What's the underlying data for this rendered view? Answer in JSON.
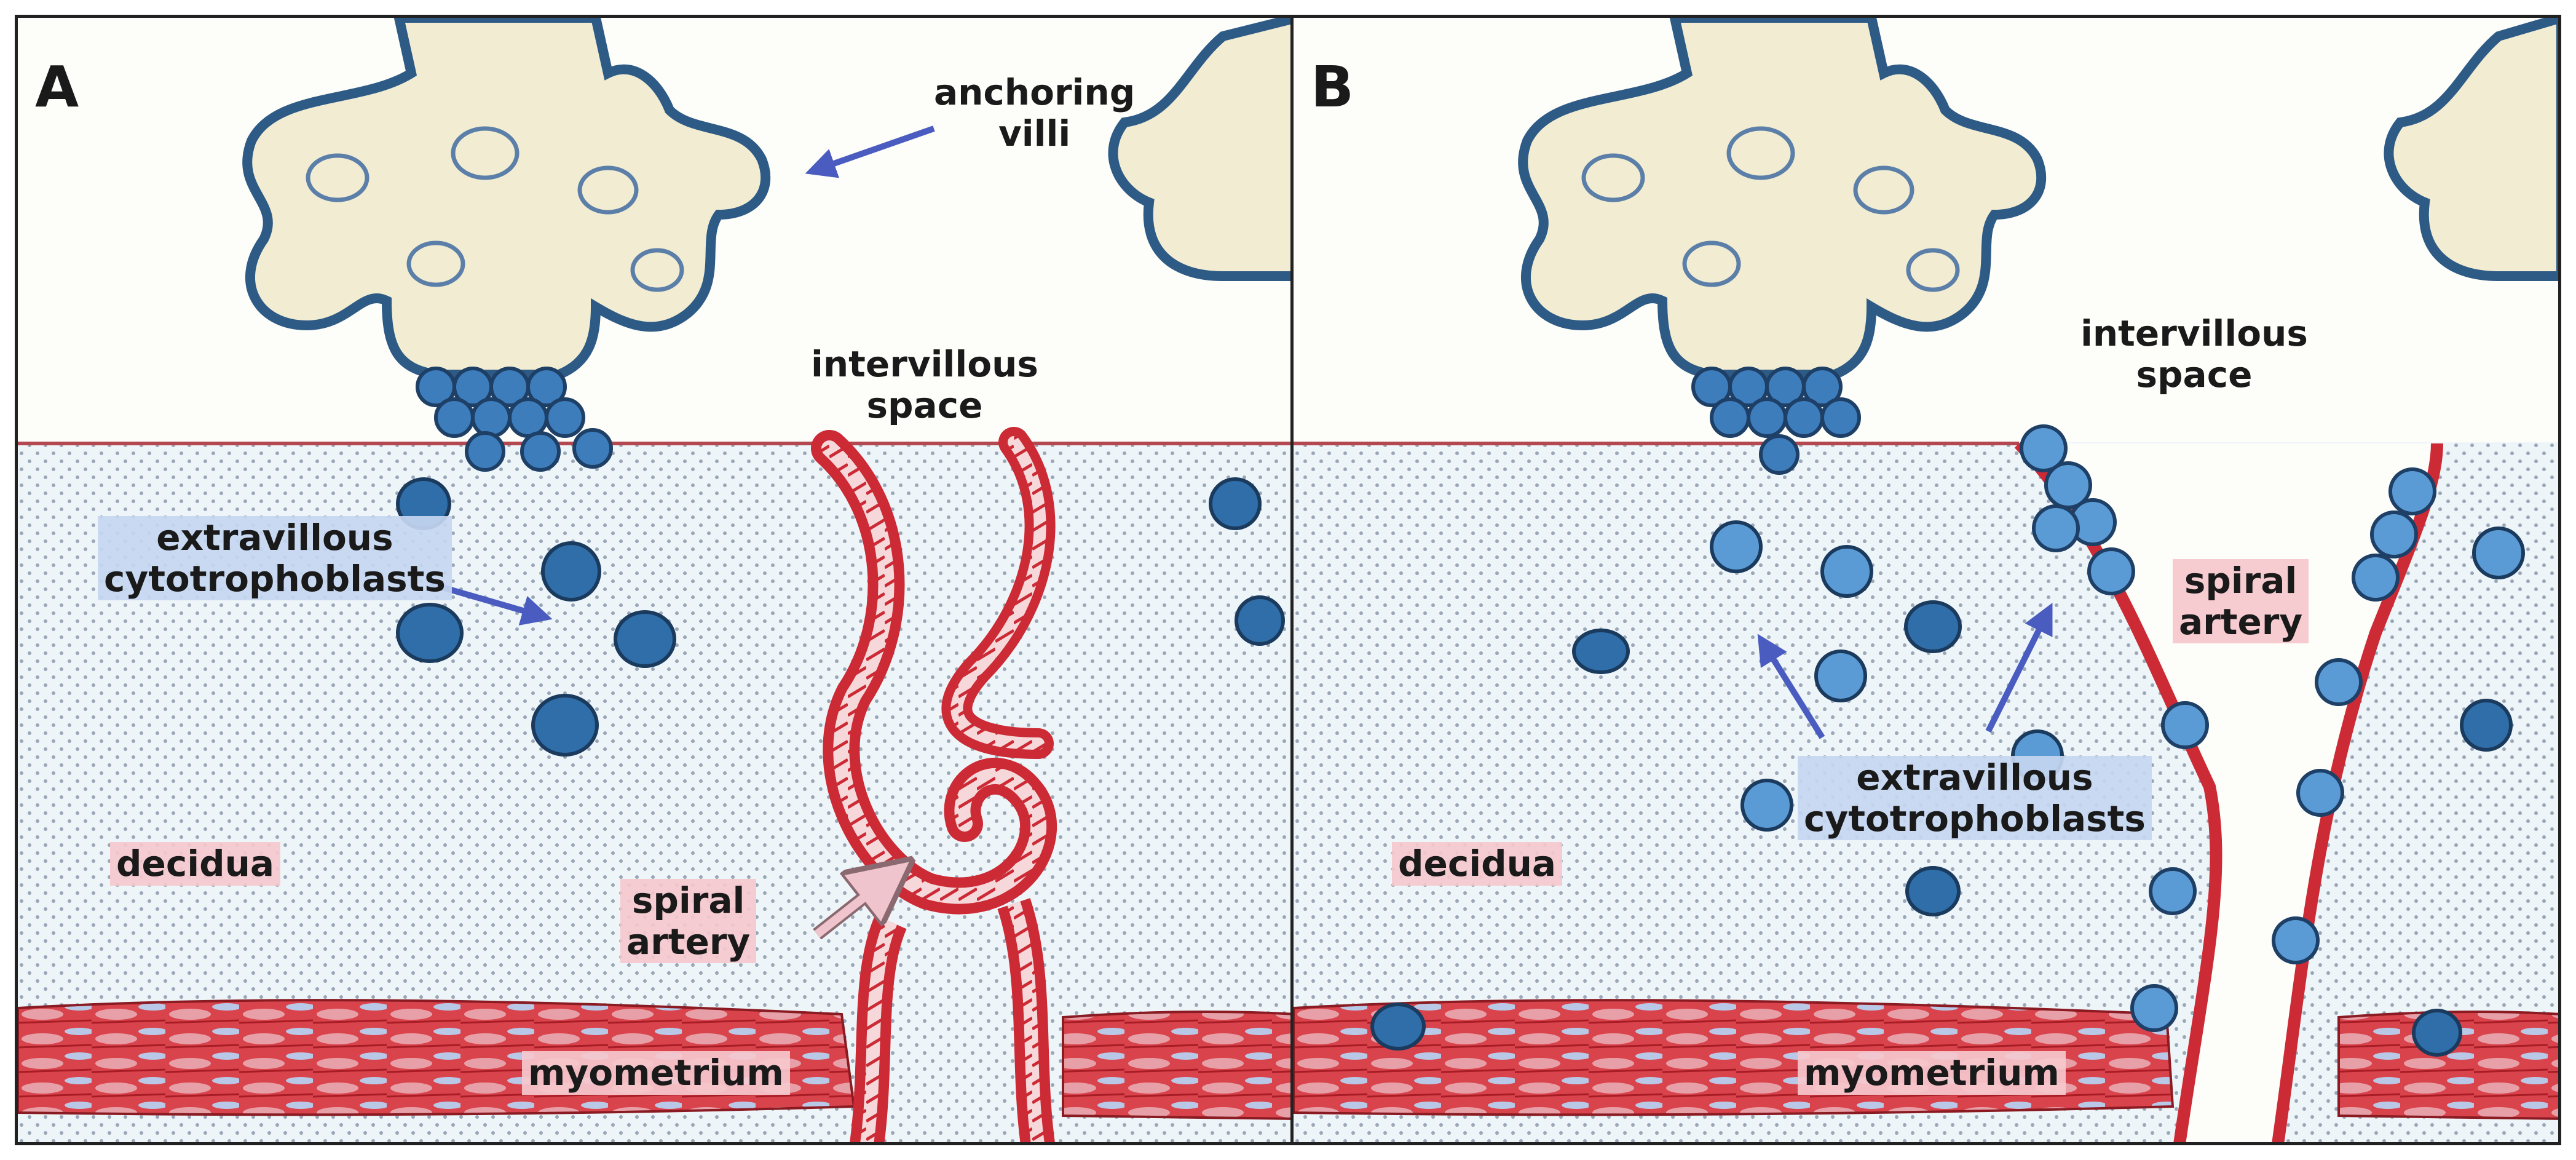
{
  "figure": {
    "panels": [
      {
        "letter": "A",
        "labels": {
          "anchoring_villi_line1": "anchoring",
          "anchoring_villi_line2": "villi",
          "intervillous_space_line1": "intervillous",
          "intervillous_space_line2": "space",
          "extravillous_line1": "extravillous",
          "extravillous_line2": "cytotrophoblasts",
          "decidua": "decidua",
          "spiral_artery_line1": "spiral",
          "spiral_artery_line2": "artery",
          "myometrium": "myometrium"
        }
      },
      {
        "letter": "B",
        "labels": {
          "intervillous_space_line1": "intervillous",
          "intervillous_space_line2": "space",
          "spiral_artery_line1": "spiral",
          "spiral_artery_line2": "artery",
          "extravillous_line1": "extravillous",
          "extravillous_line2": "cytotrophoblasts",
          "decidua": "decidua",
          "myometrium": "myometrium"
        }
      }
    ],
    "colors": {
      "villus_fill": "#f1ecd2",
      "villus_outline": "#2e5a86",
      "trophoblast": "#2f6ea8",
      "artery_red": "#cc2a35",
      "decidua_dot": "#9aa7b8",
      "decidua_bg": "#eef5f8",
      "arrow_blue": "#4a5cc0",
      "arrow_pink": "#f0c4cc"
    }
  }
}
